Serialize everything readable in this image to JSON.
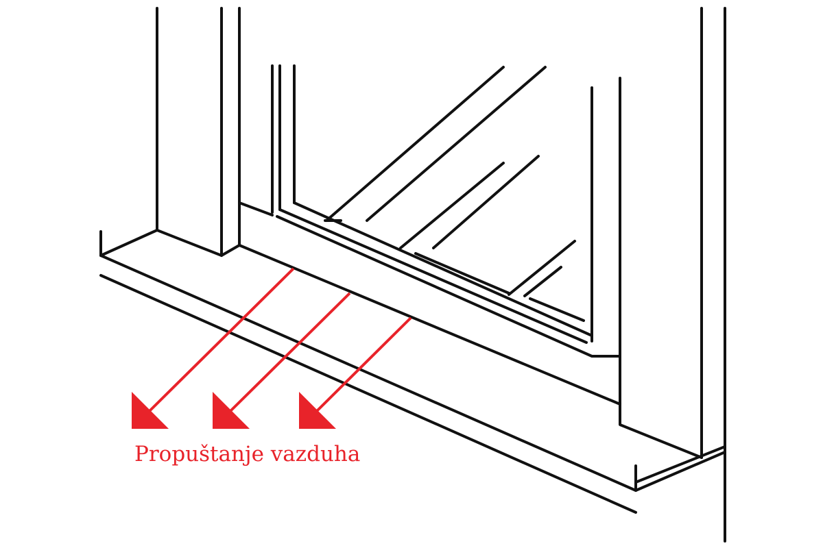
{
  "caption": "Propuštanje vazduha",
  "colors": {
    "line": "#111111",
    "arrow": "#e8232a",
    "background": "#ffffff"
  },
  "arrows": [
    {
      "name": "air-leak-arrow-1"
    },
    {
      "name": "air-leak-arrow-2"
    },
    {
      "name": "air-leak-arrow-3"
    }
  ]
}
